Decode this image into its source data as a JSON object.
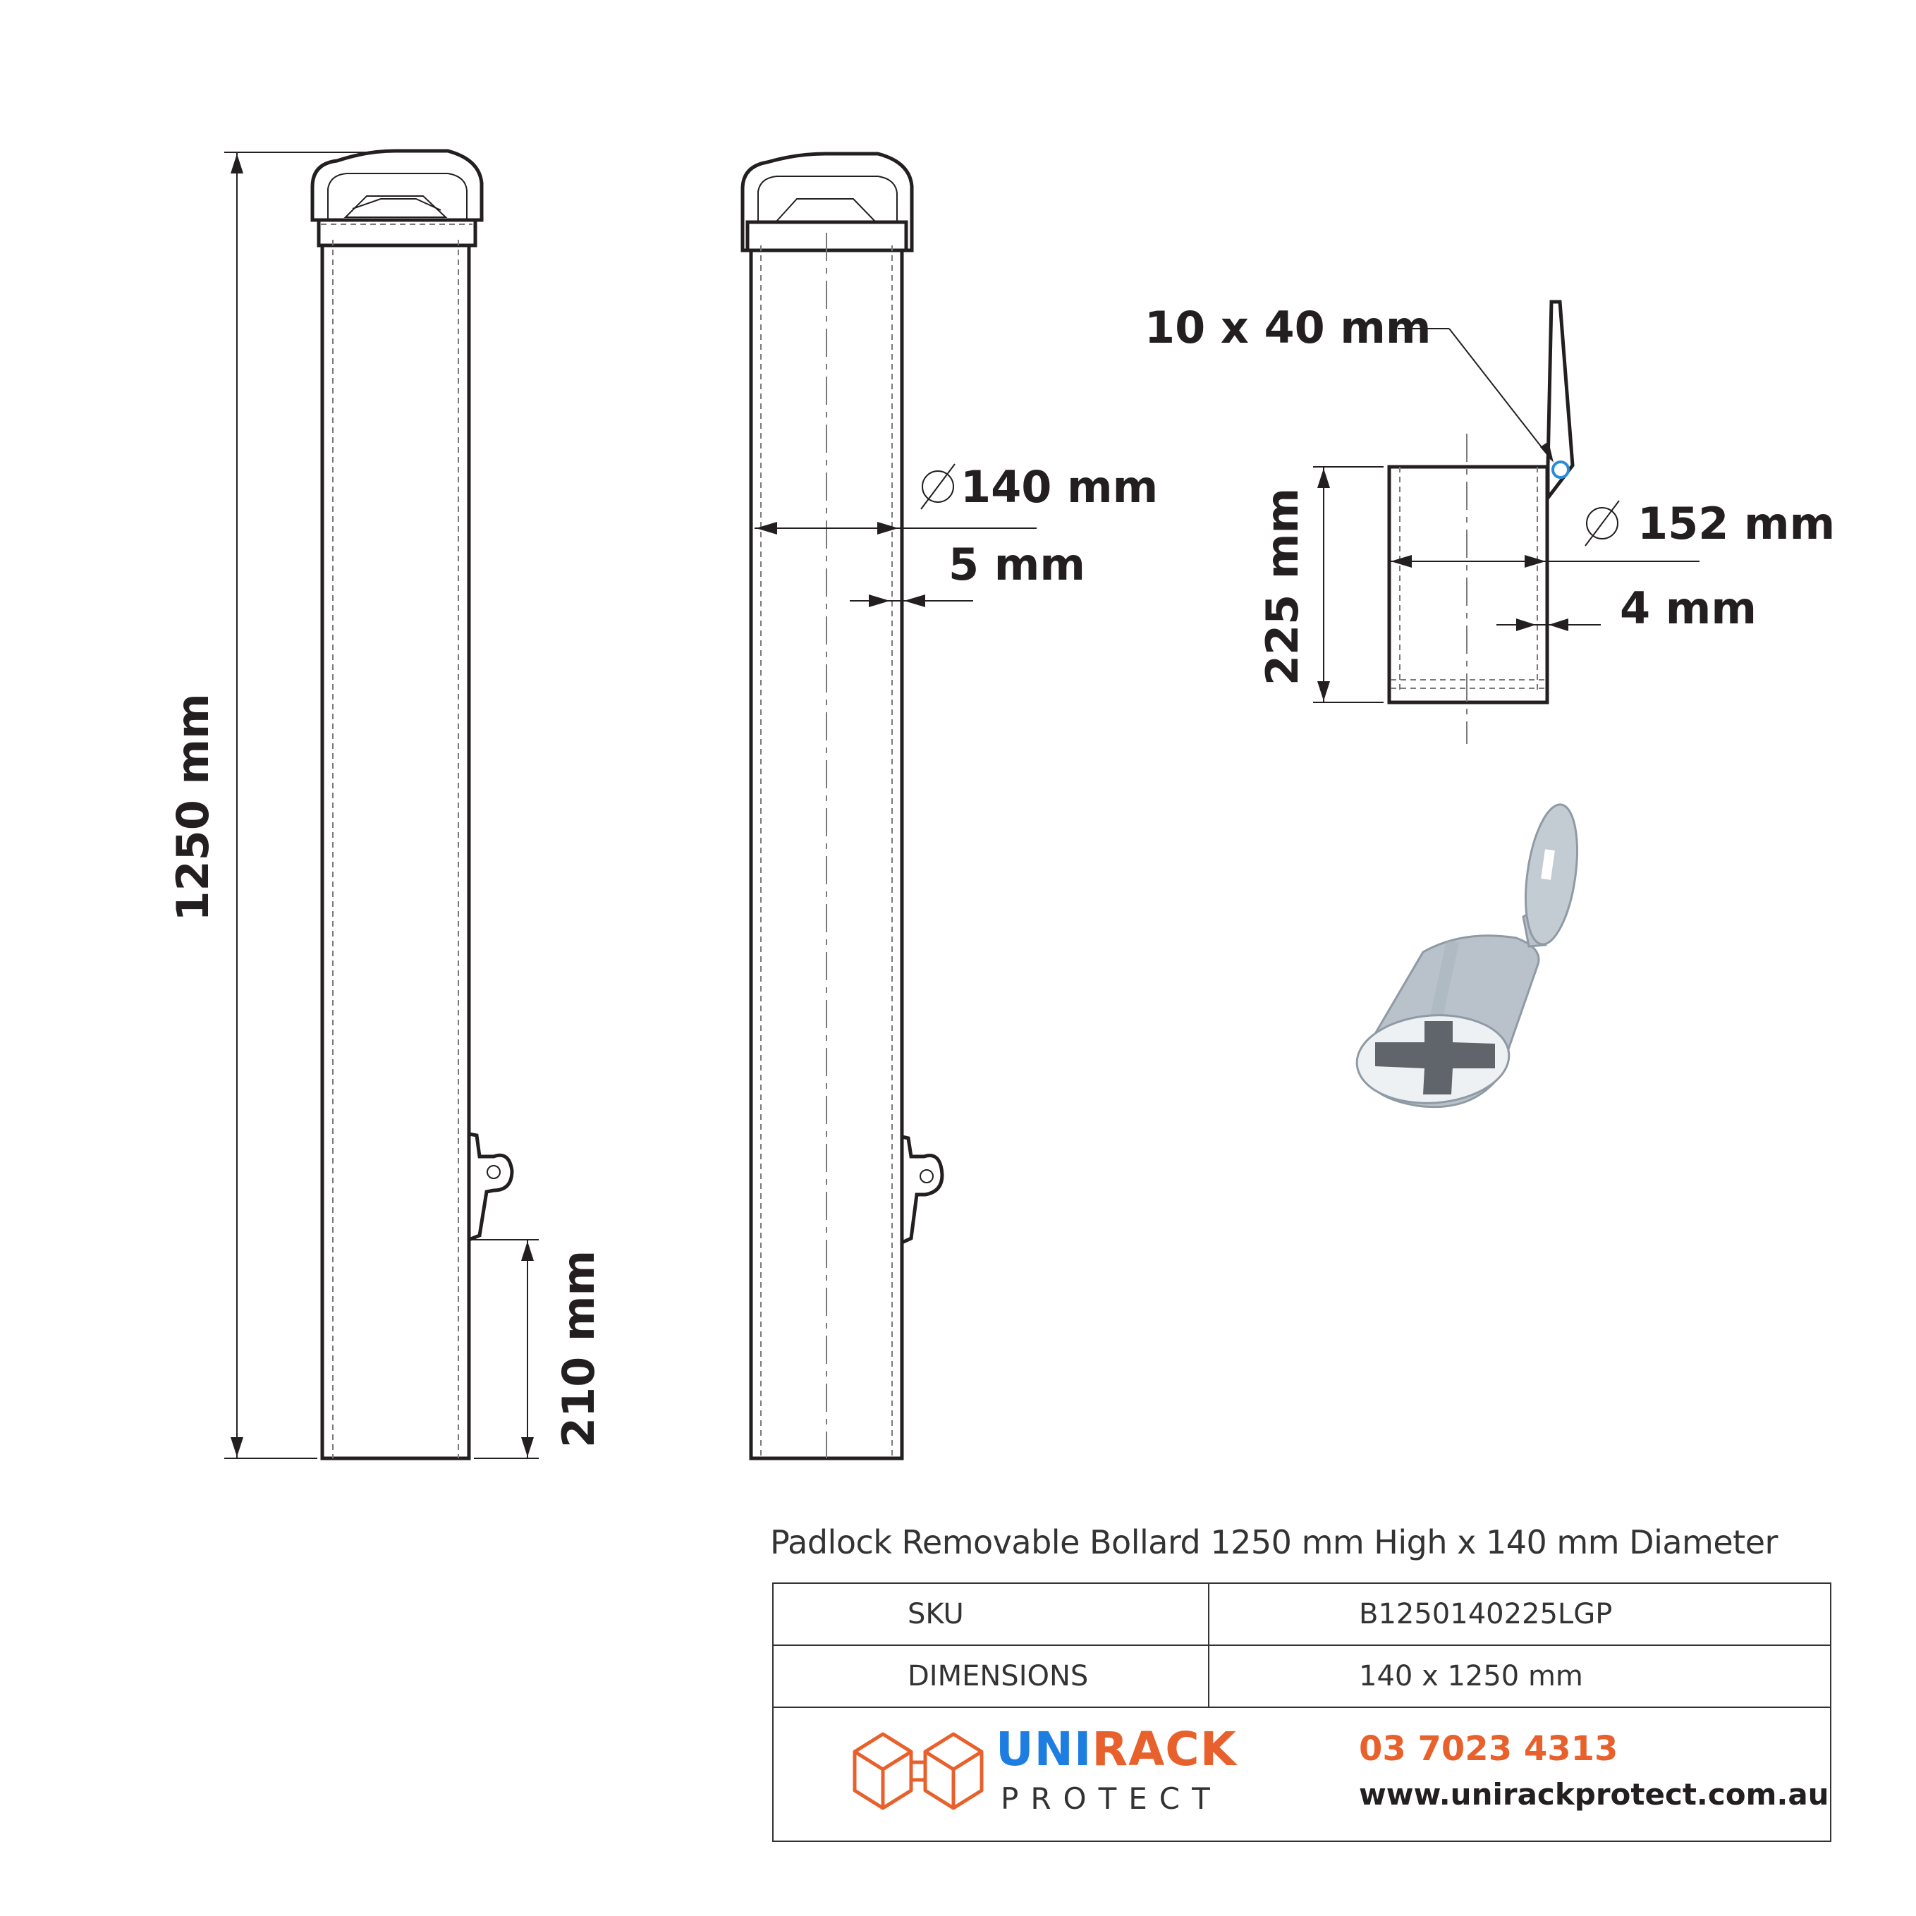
{
  "dimensions": {
    "height_total": "1250 mm",
    "padlock_height": "210 mm",
    "diameter_bollard": "140 mm",
    "wall_bollard": "5 mm",
    "slot": "10 x 40 mm",
    "diameter_sleeve": "152 mm",
    "wall_sleeve": "4 mm",
    "sleeve_height": "225 mm"
  },
  "title": "Padlock Removable Bollard 1250 mm High x 140 mm Diameter",
  "specs": [
    {
      "label": "SKU",
      "value": "B1250140225LGP"
    },
    {
      "label": "DIMENSIONS",
      "value": "140 x 1250 mm"
    }
  ],
  "brand": {
    "name_part1": "UNI",
    "name_part2": "RACK",
    "subtitle": "PROTECT",
    "phone": "03 7023 4313",
    "website": "www.unirackprotect.com.au"
  },
  "colors": {
    "line": "#231f20",
    "brand_blue": "#1d7de0",
    "brand_orange": "#e8602c",
    "sleeve_grey": "#b9c2cb"
  }
}
